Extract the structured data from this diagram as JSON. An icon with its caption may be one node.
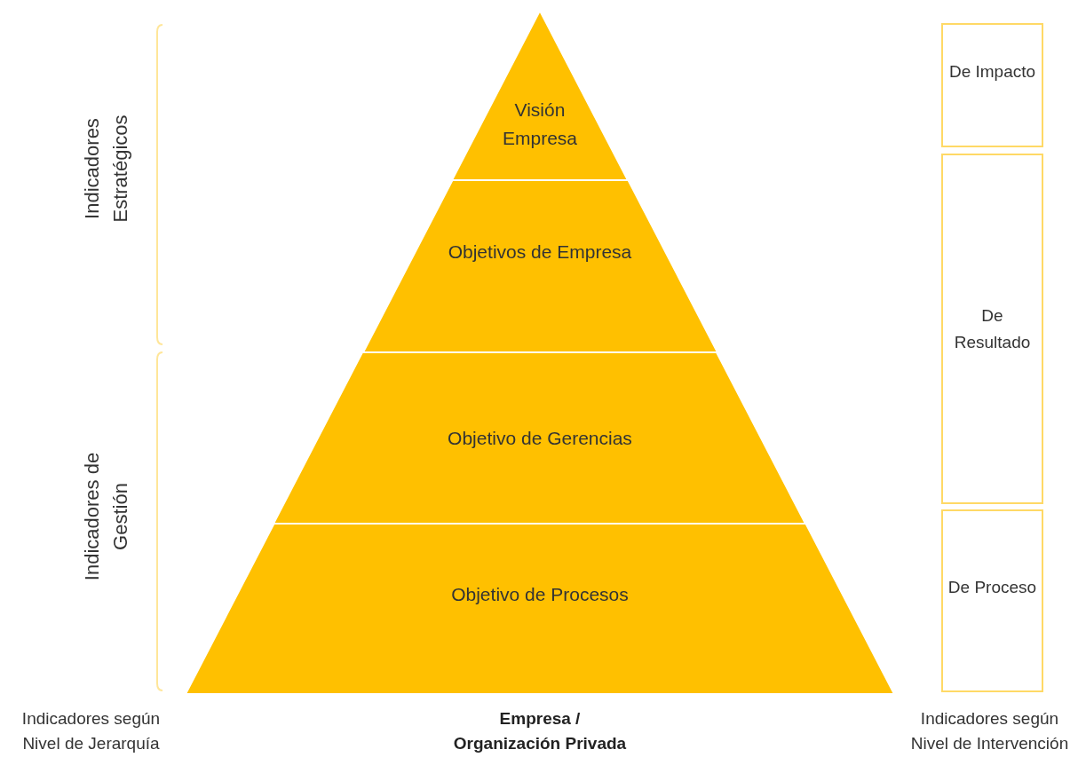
{
  "diagram": {
    "nodes": [
      {
        "text": [
          "Visión Empresa"
        ]
      },
      {
        "text": [
          "Objetivos de Empresa"
        ]
      },
      {
        "text": [
          "Objetivo de Gerencias"
        ]
      },
      {
        "text": [
          "Objetivo de Procesos"
        ]
      },
      {
        "text": [
          "De Impacto"
        ]
      },
      {
        "text": [
          "De Resultado"
        ]
      },
      {
        "text": [
          "De Proceso"
        ]
      }
    ],
    "labels": [
      "Indicadores Estratégicos",
      "Indicadores de Gestión",
      "Indicadores según Nivel de Jerarquía",
      "Empresa / Organización Privada",
      "Indicadores según Nivel de Intervención"
    ]
  }
}
